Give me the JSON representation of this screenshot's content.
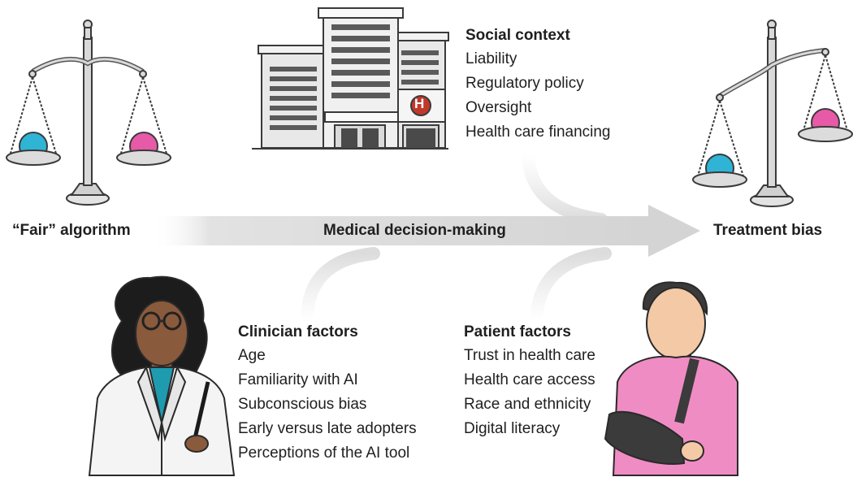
{
  "diagram": {
    "start_label": "“Fair” algorithm",
    "arrow_label": "Medical decision-making",
    "end_label": "Treatment bias",
    "hospital_sign": "H",
    "groups": [
      {
        "id": "social",
        "title": "Social context",
        "items": [
          "Liability",
          "Regulatory policy",
          "Oversight",
          "Health care financing"
        ]
      },
      {
        "id": "clinician",
        "title": "Clinician factors",
        "items": [
          "Age",
          "Familiarity with AI",
          "Subconscious bias",
          "Early versus late adopters",
          "Perceptions of the AI tool"
        ]
      },
      {
        "id": "patient",
        "title": "Patient factors",
        "items": [
          "Trust in health care",
          "Health care access",
          "Race and ethnicity",
          "Digital literacy"
        ]
      }
    ]
  },
  "colors": {
    "arrow": "#d9d9d9",
    "stroke": "#3a3a3a",
    "ball_blue": "#2fb4d6",
    "ball_pink": "#e75aa8",
    "hospital_red": "#c0392b",
    "skin_dark": "#8a5a3c",
    "skin_light": "#f4c9a6",
    "scrubs": "#1f9bb0",
    "shirt_pink": "#f08cc4",
    "sling": "#3b3b3b"
  }
}
